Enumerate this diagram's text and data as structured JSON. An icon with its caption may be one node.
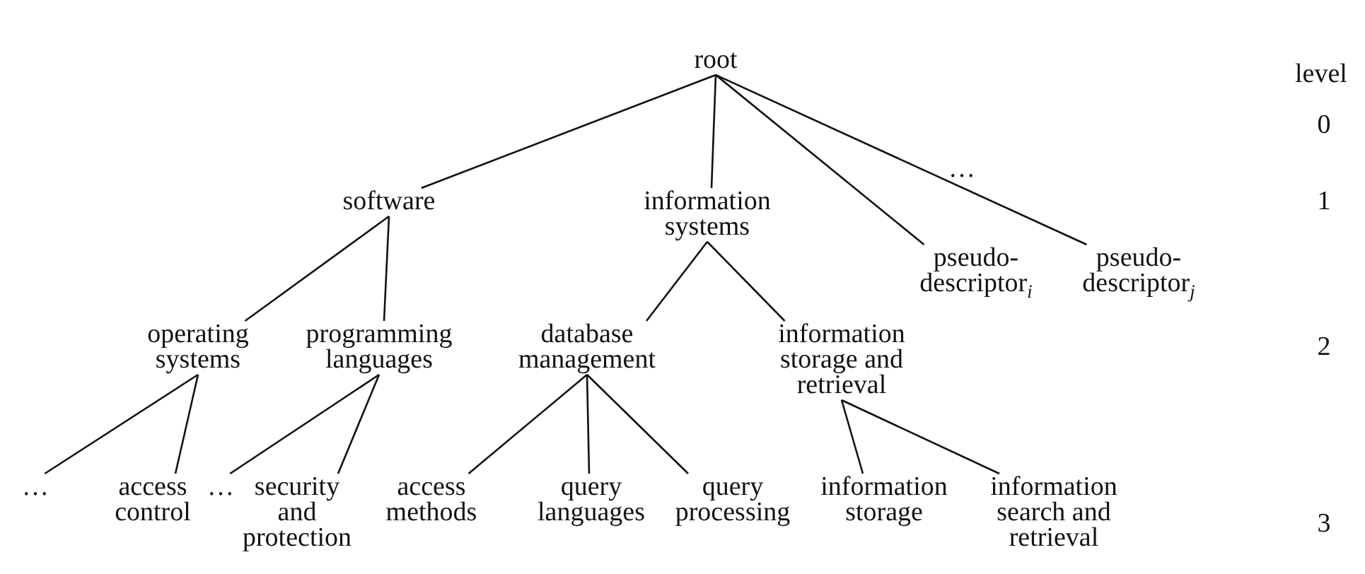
{
  "diagram": {
    "nodes": [
      {
        "text": [
          "root"
        ]
      },
      {
        "text": [
          "software"
        ]
      },
      {
        "text": [
          "information systems"
        ]
      },
      {
        "text": [
          "pseudo-descriptor$_{i}$"
        ]
      },
      {
        "text": [
          "pseudo-descriptor$_{j}$"
        ]
      },
      {
        "text": [
          "operating systems"
        ]
      },
      {
        "text": [
          "programming languages"
        ]
      },
      {
        "text": [
          "database management"
        ]
      },
      {
        "text": [
          "information storage and retrieval"
        ]
      },
      {
        "text": [
          "…"
        ]
      },
      {
        "text": [
          "access control"
        ]
      },
      {
        "text": [
          "…"
        ]
      },
      {
        "text": [
          "security and protection"
        ]
      },
      {
        "text": [
          "access methods"
        ]
      },
      {
        "text": [
          "query languages"
        ]
      },
      {
        "text": [
          "query processing"
        ]
      },
      {
        "text": [
          "information storage"
        ]
      },
      {
        "text": [
          "information search and retrieval"
        ]
      }
    ],
    "edges": [
      {
        "from": 0,
        "to": 1,
        "arrow": "none"
      },
      {
        "from": 0,
        "to": 2,
        "arrow": "none"
      },
      {
        "from": 0,
        "to": 3,
        "arrow": "none"
      },
      {
        "from": 0,
        "to": 4,
        "arrow": "none"
      },
      {
        "from": 1,
        "to": 5,
        "arrow": "none"
      },
      {
        "from": 1,
        "to": 6,
        "arrow": "none"
      },
      {
        "from": 2,
        "to": 7,
        "arrow": "none"
      },
      {
        "from": 2,
        "to": 8,
        "arrow": "none"
      },
      {
        "from": 5,
        "to": 9,
        "arrow": "none"
      },
      {
        "from": 5,
        "to": 10,
        "arrow": "none"
      },
      {
        "from": 6,
        "to": 11,
        "arrow": "none"
      },
      {
        "from": 6,
        "to": 12,
        "arrow": "none"
      },
      {
        "from": 7,
        "to": 13,
        "arrow": "none"
      },
      {
        "from": 7,
        "to": 14,
        "arrow": "none"
      },
      {
        "from": 7,
        "to": 15,
        "arrow": "none"
      },
      {
        "from": 8,
        "to": 16,
        "arrow": "none"
      },
      {
        "from": 8,
        "to": 17,
        "arrow": "none"
      }
    ],
    "labels": [
      "level",
      "0",
      "…",
      "1",
      "2",
      "3"
    ]
  }
}
